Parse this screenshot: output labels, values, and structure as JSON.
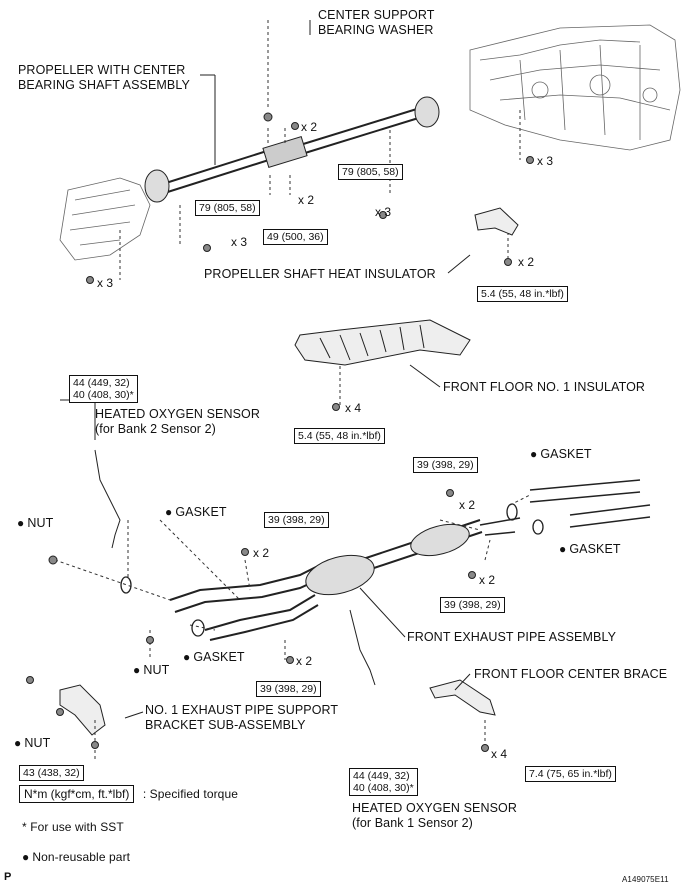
{
  "labels": {
    "center_support_bearing_washer": [
      "CENTER SUPPORT",
      "BEARING WASHER"
    ],
    "propeller_assembly": [
      "PROPELLER WITH CENTER",
      "BEARING SHAFT ASSEMBLY"
    ],
    "heat_insulator": "PROPELLER SHAFT HEAT INSULATOR",
    "front_floor_insulator": "FRONT FLOOR NO. 1 INSULATOR",
    "heated_o2_bank2": [
      "HEATED OXYGEN SENSOR",
      "(for Bank 2 Sensor 2)"
    ],
    "heated_o2_bank1": [
      "HEATED OXYGEN SENSOR",
      "(for Bank 1 Sensor 2)"
    ],
    "gasket": "GASKET",
    "nut": "NUT",
    "front_exhaust_pipe": "FRONT EXHAUST PIPE ASSEMBLY",
    "front_floor_center_brace": "FRONT FLOOR CENTER BRACE",
    "support_bracket": [
      "NO. 1 EXHAUST PIPE SUPPORT",
      "BRACKET SUB-ASSEMBLY"
    ]
  },
  "torques": {
    "t79_upper": "79 (805, 58)",
    "t79_lower": "79 (805, 58)",
    "t49": "49 (500, 36)",
    "t5_4a": "5.4 (55, 48 in.*lbf)",
    "t5_4b": "5.4 (55, 48 in.*lbf)",
    "t44_a": [
      "44 (449, 32)",
      "40 (408, 30)*"
    ],
    "t44_b": [
      "44 (449, 32)",
      "40 (408, 30)*"
    ],
    "t39_a": "39 (398, 29)",
    "t39_b": "39 (398, 29)",
    "t39_c": "39 (398, 29)",
    "t39_d": "39 (398, 29)",
    "t43": "43 (438, 32)",
    "t7_4": "7.4 (75, 65 in.*lbf)"
  },
  "quantities": {
    "x2": "x 2",
    "x3": "x 3",
    "x4": "x 4"
  },
  "legend": {
    "units": "N*m (kgf*cm, ft.*lbf)",
    "specified": ": Specified torque",
    "sst": "* For use with SST",
    "nonreusable": "Non-reusable part"
  },
  "footer": {
    "page_letter": "P",
    "figure_id": "A149075E11"
  }
}
